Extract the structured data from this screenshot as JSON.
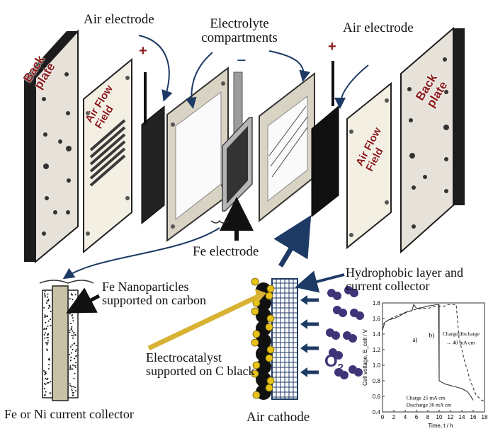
{
  "labels": {
    "back_plate_left": "Back plate",
    "back_plate_right": "Back plate",
    "air_flow_field_left": "Air Flow Field",
    "air_flow_field_right": "Air Flow Field",
    "air_electrode_left": "Air electrode",
    "air_electrode_right": "Air electrode",
    "electrolyte_compartments": "Electrolyte compartments",
    "plus_left": "+",
    "plus_right": "+",
    "minus": "−",
    "fe_electrode": "Fe electrode",
    "fe_nanoparticles": "Fe Nanoparticles supported on carbon",
    "hydrophobic_layer": "Hydrophobic layer and current collector",
    "electrocatalyst": "Electrocatalyst supported on C black",
    "fe_ni_collector": "Fe or Ni current collector",
    "air_cathode": "Air cathode",
    "o2": "O",
    "o2_sub": "2"
  },
  "colors": {
    "plate_dark": "#1c1c1c",
    "plate_light": "#e6e2da",
    "label_red": "#8b1a1a",
    "arrow_navy": "#1d3a64",
    "arrow_gold": "#d8b233",
    "catalyst_yellow": "#e8c21a",
    "o2_purple": "#3f3477"
  },
  "chart_data": {
    "type": "line",
    "ylabel": "Cell voltage, E_cell / V",
    "xlabel": "Time, t / h",
    "xlim": [
      0,
      18
    ],
    "ylim": [
      0.4,
      1.8
    ],
    "x_ticks": [
      "0",
      "2",
      "4",
      "6",
      "8",
      "10",
      "12",
      "14",
      "16",
      "18"
    ],
    "y_ticks": [
      "0.4",
      "0.6",
      "0.8",
      "1.0",
      "1.2",
      "1.4",
      "1.6",
      "1.8"
    ],
    "panel_labels": [
      "a)",
      "b)"
    ],
    "annotations": [
      "Charge/discharge",
      "40 mA cm",
      "Charge 25 mA cm",
      "Discharge 30 mA cm"
    ],
    "series": [
      {
        "name": "a)",
        "points": [
          [
            0,
            1.45
          ],
          [
            0.4,
            1.55
          ],
          [
            1,
            1.58
          ],
          [
            2,
            1.6
          ],
          [
            3,
            1.63
          ],
          [
            4,
            1.68
          ],
          [
            5.2,
            1.7
          ],
          [
            5.5,
            1.78
          ],
          [
            6,
            1.73
          ],
          [
            7,
            1.74
          ],
          [
            8,
            1.76
          ],
          [
            9,
            1.77
          ],
          [
            9.5,
            1.78
          ],
          [
            9.9,
            1.78
          ],
          [
            10,
            0.8
          ],
          [
            10.5,
            0.78
          ],
          [
            11,
            0.76
          ],
          [
            12,
            0.74
          ],
          [
            13,
            0.72
          ],
          [
            14,
            0.7
          ],
          [
            15,
            0.66
          ],
          [
            15.6,
            0.6
          ],
          [
            16,
            0.55
          ]
        ]
      },
      {
        "name": "b)",
        "points": [
          [
            0,
            1.52
          ],
          [
            1,
            1.58
          ],
          [
            2,
            1.62
          ],
          [
            3,
            1.65
          ],
          [
            4,
            1.67
          ],
          [
            5,
            1.7
          ],
          [
            6,
            1.72
          ],
          [
            7,
            1.73
          ],
          [
            8,
            1.73
          ],
          [
            9,
            1.75
          ],
          [
            10,
            1.76
          ],
          [
            11,
            1.76
          ],
          [
            11.5,
            1.78
          ],
          [
            13,
            1.78
          ],
          [
            13.5,
            1.35
          ],
          [
            14.5,
            1.05
          ],
          [
            15.5,
            0.8
          ],
          [
            16.5,
            0.62
          ],
          [
            17.5,
            0.55
          ],
          [
            18,
            0.54
          ]
        ]
      }
    ]
  }
}
